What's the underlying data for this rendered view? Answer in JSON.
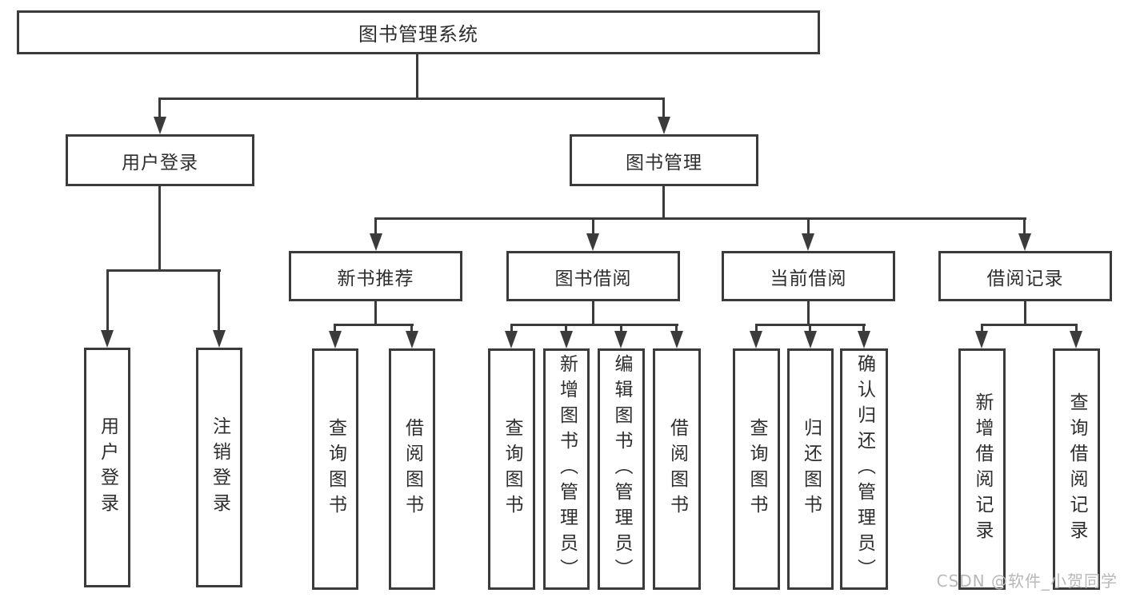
{
  "tree": {
    "label": "图书管理系统",
    "children": [
      {
        "label": "用户登录",
        "children": [
          {
            "label": "用户登录"
          },
          {
            "label": "注销登录"
          }
        ]
      },
      {
        "label": "图书管理",
        "children": [
          {
            "label": "新书推荐",
            "children": [
              {
                "label": "查询图书"
              },
              {
                "label": "借阅图书"
              }
            ]
          },
          {
            "label": "图书借阅",
            "children": [
              {
                "label": "查询图书"
              },
              {
                "label": "新增图书（管理员）"
              },
              {
                "label": "编辑图书（管理员）"
              },
              {
                "label": "借阅图书"
              }
            ]
          },
          {
            "label": "当前借阅",
            "children": [
              {
                "label": "查询图书"
              },
              {
                "label": "归还图书"
              },
              {
                "label": "确认归还（管理员）"
              }
            ]
          },
          {
            "label": "借阅记录",
            "children": [
              {
                "label": "新增借阅记录"
              },
              {
                "label": "查询借阅记录"
              }
            ]
          }
        ]
      }
    ]
  },
  "watermark": {
    "text": "CSDN @软件_小贺同学"
  },
  "colors": {
    "line": "#3b3b3b",
    "text": "#2e2e2e",
    "watermark": "#b8b8b8",
    "background": "#ffffff"
  }
}
